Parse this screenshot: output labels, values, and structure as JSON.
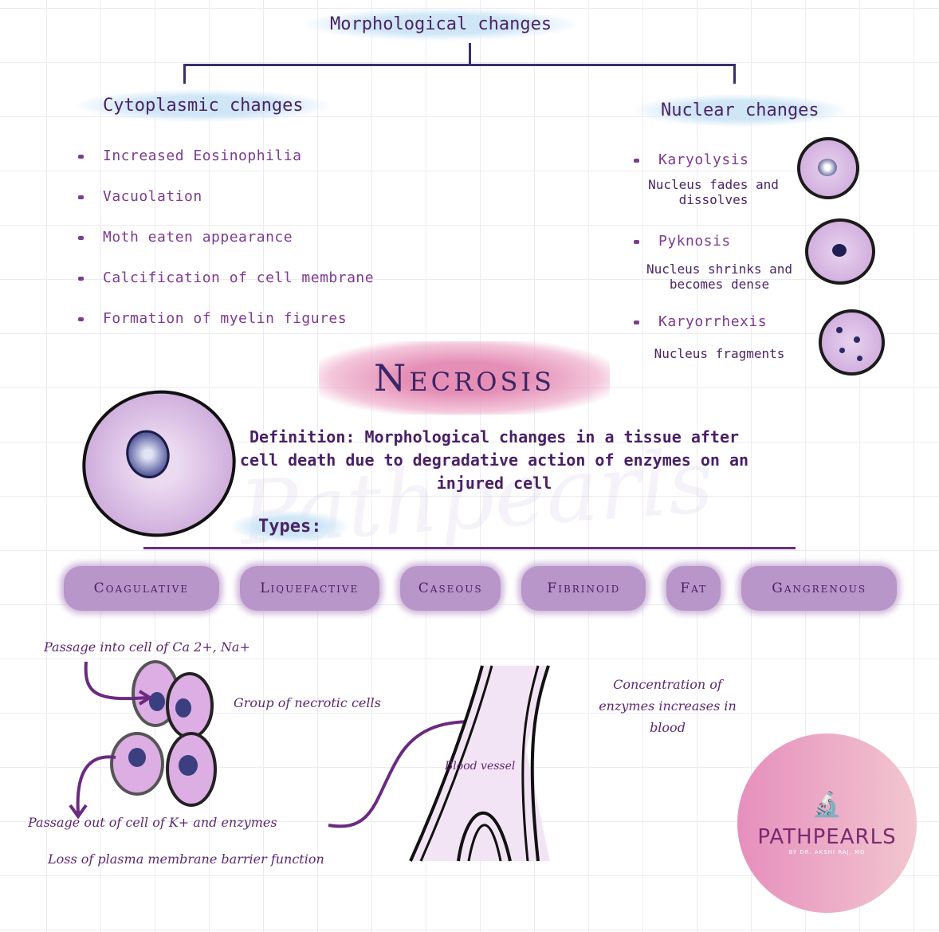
{
  "title": "Morphological changes",
  "cytoplasmic": {
    "heading": "Cytoplasmic changes",
    "items": [
      "Increased Eosinophilia",
      "Vacuolation",
      "Moth eaten appearance",
      "Calcification of cell membrane",
      "Formation of myelin figures"
    ]
  },
  "nuclear": {
    "heading": "Nuclear changes",
    "items": [
      {
        "name": "Karyolysis",
        "desc": "Nucleus fades and dissolves"
      },
      {
        "name": "Pyknosis",
        "desc": "Nucleus shrinks and becomes dense"
      },
      {
        "name": "Karyorrhexis",
        "desc": "Nucleus fragments"
      }
    ]
  },
  "main_title": "Necrosis",
  "definition": "Definition: Morphological changes in a tissue after cell death due to degradative action of enzymes on an injured cell",
  "types_label": "Types:",
  "types": [
    "Coagulative",
    "Liquefactive",
    "Caseous",
    "Fibrinoid",
    "Fat",
    "Gangrenous"
  ],
  "diagram": {
    "passage_in": "Passage into cell of Ca 2+, Na+",
    "group": "Group of necrotic cells",
    "passage_out": "Passage out of cell of K+ and enzymes",
    "loss": "Loss of plasma membrane barrier function",
    "vessel": "Blood vessel",
    "concentration": "Concentration of enzymes increases in blood"
  },
  "logo": {
    "name": "PATHPEARLS",
    "byline": "BY DR. AKSHI RAJ, MD"
  },
  "watermark": "Pathpearls"
}
